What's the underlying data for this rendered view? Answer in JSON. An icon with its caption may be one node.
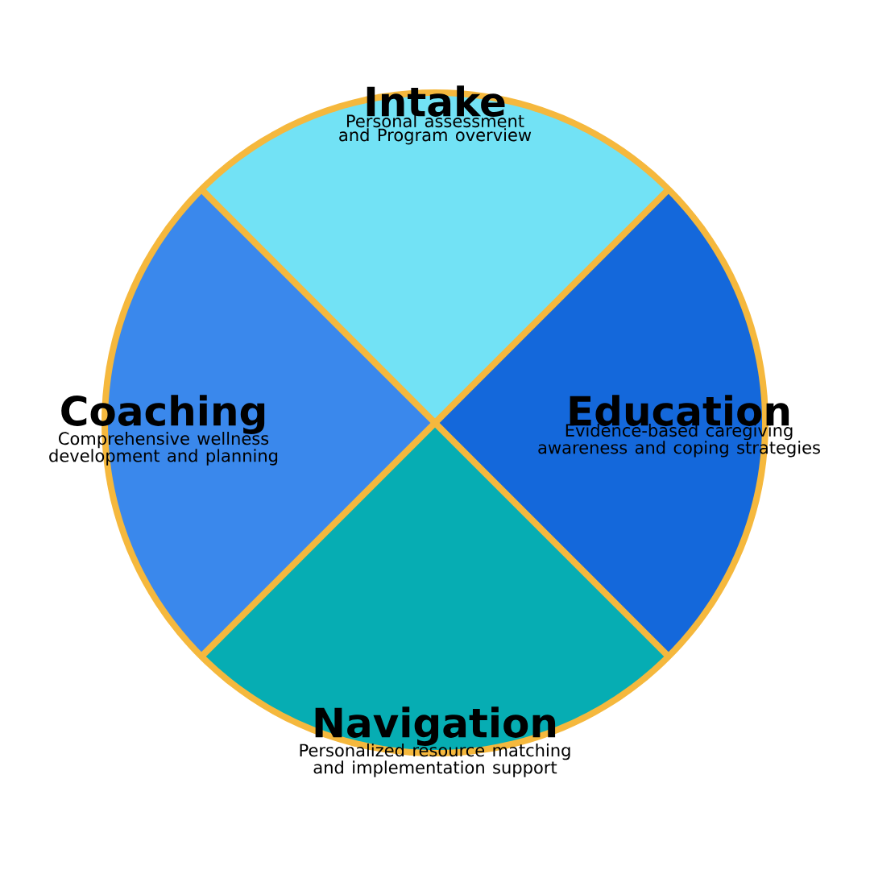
{
  "diagram": {
    "nodes": [
      {
        "text": [
          "Intake",
          "Personal assessment and Program overview"
        ]
      },
      {
        "text": [
          "Coaching",
          "Comprehensive wellness development and planning"
        ]
      },
      {
        "text": [
          "Education",
          "Evidence-based caregiving awareness and coping strategies"
        ]
      },
      {
        "text": [
          "Navigation",
          "Personalized resource matching and implementation support"
        ]
      }
    ]
  }
}
